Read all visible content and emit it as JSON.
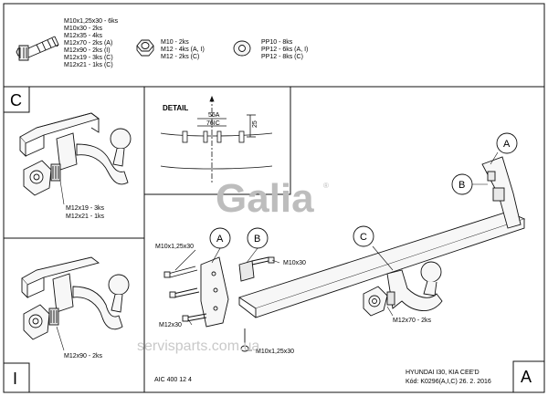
{
  "hardware": {
    "bolts_list": [
      "M10x1,25x30 - 6ks",
      "M10x30 - 2ks",
      "M12x35 - 4ks",
      "M12x70 - 2ks (A)",
      "M12x90 - 2ks (I)",
      "M12x19 - 3ks (C)",
      "M12x21 - 1ks (C)"
    ],
    "nuts_list": [
      "M10 - 2ks",
      "M12 - 4ks (A, I)",
      "M12 - 2ks (C)"
    ],
    "washers_list": [
      "PP10 - 8ks",
      "PP12 - 6ks (A, I)",
      "PP12 - 8ks (C)"
    ]
  },
  "panel_c": {
    "label": "C",
    "screws": [
      "M12x19 - 3ks",
      "M12x21 - 1ks"
    ]
  },
  "panel_i": {
    "label": "I",
    "screw": "M12x90 - 2ks"
  },
  "detail": {
    "title": "DETAIL",
    "dim_a": "56A",
    "dim_c": "76IC",
    "dim_h": "25"
  },
  "callouts": {
    "a_top": "A",
    "b_top": "B",
    "a_left": "A",
    "b_left": "B",
    "c_mid": "C"
  },
  "part_labels": {
    "bolt_top": "M10x1,25x30",
    "bolt_right": "M10x30",
    "bolt_left": "M12x30",
    "bolt_bottom": "M10x1,25x30",
    "ball": "M12x70 - 2ks"
  },
  "brand": {
    "logo": "Galia",
    "registered": "®"
  },
  "footer": {
    "code": "AIC 400 12 4",
    "vehicle": "HYUNDAI I30, KIA CEE'D",
    "kod": "Kód: K0296(A,I,C)  26. 2. 2016",
    "corner_label": "A"
  },
  "watermark": "servisparts.com.ua"
}
